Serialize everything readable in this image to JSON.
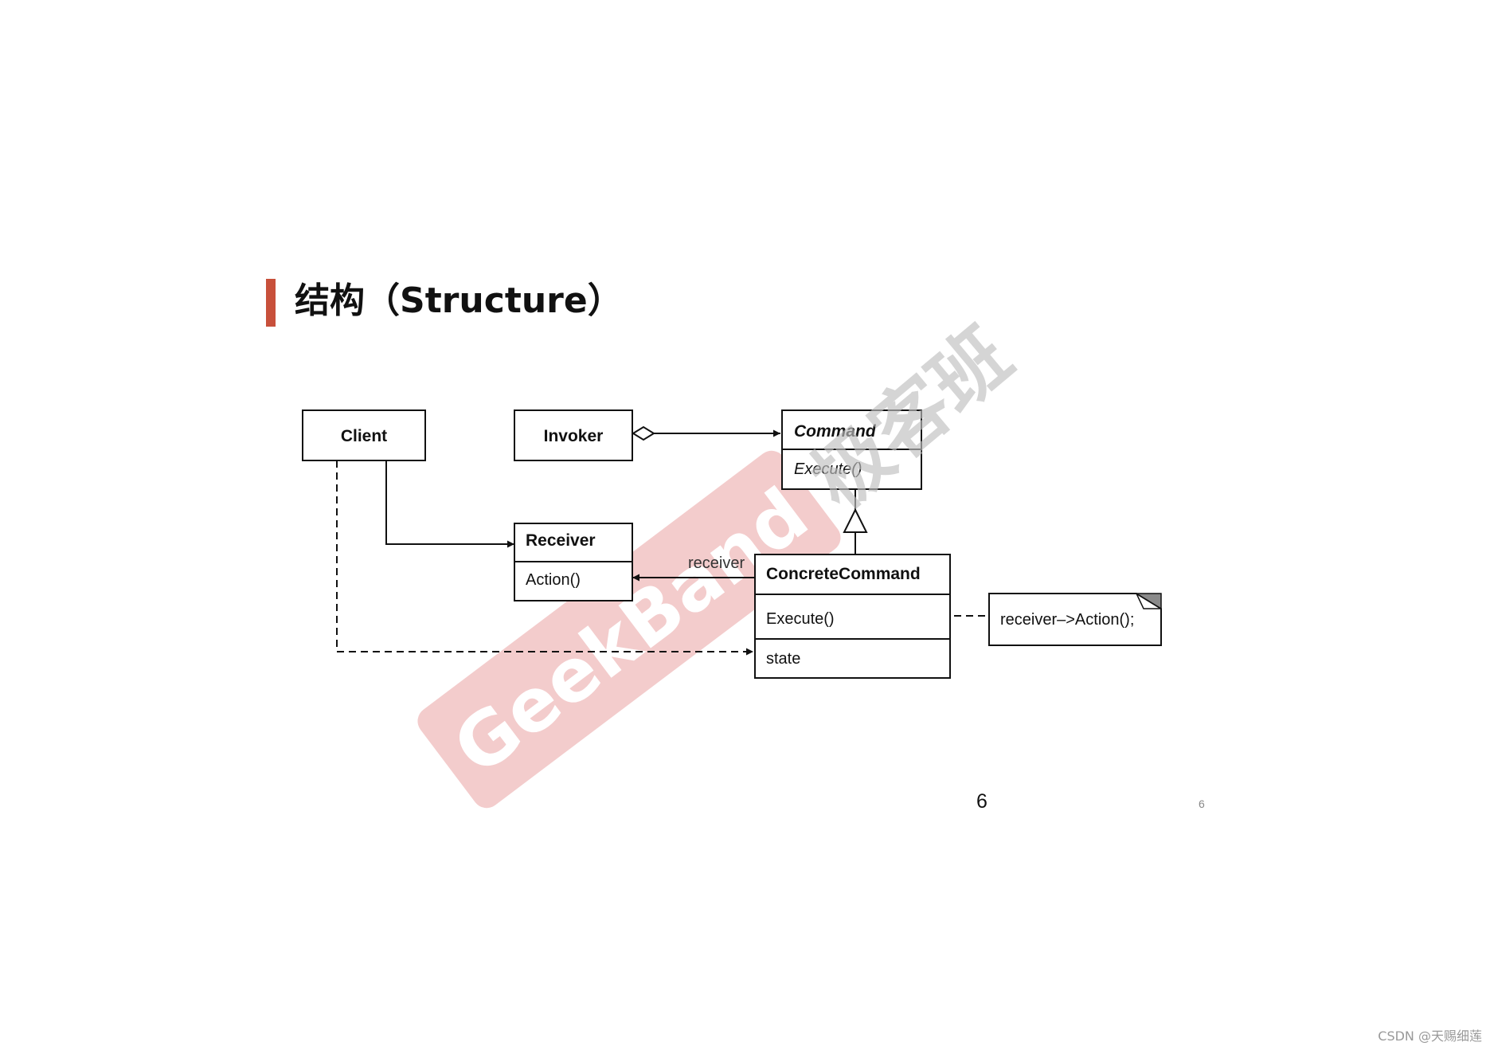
{
  "slide": {
    "title": "结构（Structure）",
    "accent_color": "#c8503b",
    "page_number": "6",
    "page_number_small": "6"
  },
  "diagram": {
    "classes": {
      "client": {
        "name": "Client"
      },
      "invoker": {
        "name": "Invoker"
      },
      "command": {
        "name": "Command",
        "operation": "Execute()"
      },
      "receiver": {
        "name": "Receiver",
        "operation": "Action()"
      },
      "concrete_command": {
        "name": "ConcreteCommand",
        "operation": "Execute()",
        "attribute": "state"
      }
    },
    "association_label": "receiver",
    "note": "receiver–>Action();"
  },
  "watermark": {
    "brand_text": "GeekBand",
    "brand_color": "#f2c9c9",
    "cn_text": "极客班"
  },
  "credit": "CSDN @天赐细莲"
}
